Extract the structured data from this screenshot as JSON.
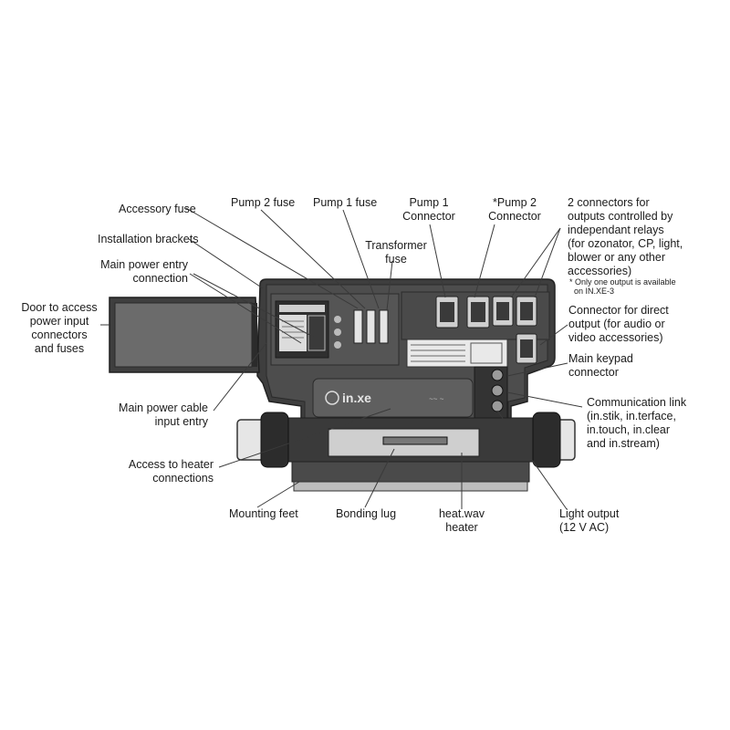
{
  "labels": {
    "accessory_fuse": "Accessory fuse",
    "pump2_fuse": "Pump 2 fuse",
    "pump1_fuse": "Pump 1 fuse",
    "pump1_connector": "Pump 1\nConnector",
    "pump2_connector": "*Pump 2\nConnector",
    "relay_connectors": "2 connectors for\noutputs controlled by\nindependant relays\n(for ozonator, CP, light,\nblower or any other\naccessories)",
    "relay_note": "* Only one output is available\n  on IN.XE-3",
    "installation_brackets": "Installation brackets",
    "transformer_fuse": "Transformer\nfuse",
    "main_power_entry": "Main power entry\nconnection",
    "door_access": "Door to access\npower input\nconnectors\nand fuses",
    "direct_output": "Connector for direct\noutput (for audio or\nvideo accessories)",
    "main_keypad": "Main keypad\nconnector",
    "main_power_cable": "Main power cable\ninput entry",
    "communication_link": "Communication link\n(in.stik, in.terface,\nin.touch, in.clear\nand in.stream)",
    "heater_access": "Access to heater\nconnections",
    "mounting_feet": "Mounting feet",
    "bonding_lug": "Bonding lug",
    "heater": "heat.wav\nheater",
    "light_output": "Light output\n(12 V AC)"
  },
  "device": {
    "brand": "in.xe",
    "colors": {
      "body": "#3f3f3f",
      "panel": "#5a5a5a",
      "door": "#6a6a6a",
      "tube": "#e8e8e8",
      "leader": "#333333"
    }
  }
}
